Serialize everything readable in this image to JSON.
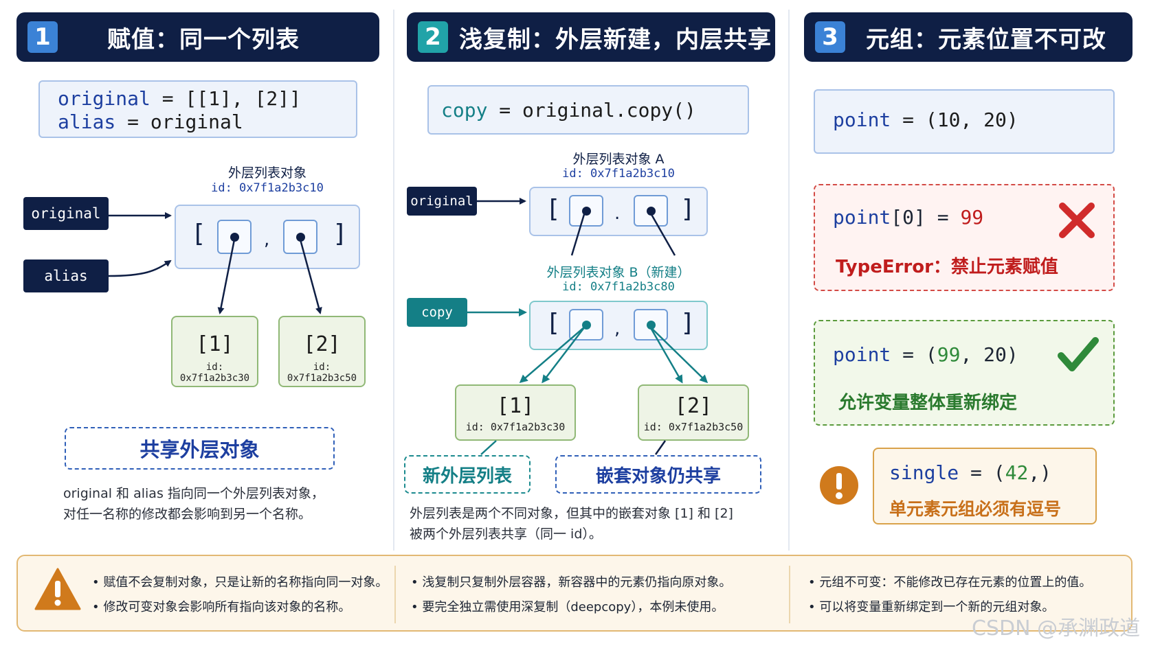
{
  "panel1": {
    "num": "1",
    "title": "赋值：同一个列表",
    "code": {
      "line1": {
        "var": "original",
        "rest": " = [[1], [2]]"
      },
      "line2": {
        "var": "alias",
        "rest": " = original"
      }
    },
    "obj_label": "外层列表对象",
    "obj_id": "id: 0x7f1a2b3c10",
    "tag_original": "original",
    "tag_alias": "alias",
    "inner1": {
      "value": "[1]",
      "id": "id: 0x7f1a2b3c30"
    },
    "inner2": {
      "value": "[2]",
      "id": "id: 0x7f1a2b3c50"
    },
    "badge": "共享外层对象",
    "note1": "original 和 alias 指向同一个外层列表对象，",
    "note2": "对任一名称的修改都会影响到另一个名称。"
  },
  "panel2": {
    "num": "2",
    "title": "浅复制：外层新建，内层共享",
    "code": {
      "var": "copy",
      "rest": " = original.copy()"
    },
    "objA_label": "外层列表对象 A",
    "objA_id": "id: 0x7f1a2b3c10",
    "objB_label": "外层列表对象 B（新建）",
    "objB_id": "id: 0x7f1a2b3c80",
    "tag_original": "original",
    "tag_copy": "copy",
    "inner1": {
      "value": "[1]",
      "id": "id: 0x7f1a2b3c30"
    },
    "inner2": {
      "value": "[2]",
      "id": "id: 0x7f1a2b3c50"
    },
    "badge_new": "新外层列表",
    "badge_shared": "嵌套对象仍共享",
    "note1": "外层列表是两个不同对象，但其中的嵌套对象 [1] 和 [2]",
    "note2": "被两个外层列表共享（同一 id）。"
  },
  "panel3": {
    "num": "3",
    "title": "元组：元素位置不可改",
    "code1": {
      "var": "point",
      "rest": " = (10, 20)"
    },
    "code2": {
      "var": "point",
      "idx": "[0]",
      "eq": " = ",
      "val": "99"
    },
    "error": "TypeError：禁止元素赋值",
    "code3": {
      "var": "point",
      "eq": " = (",
      "val": "99",
      "rest": ", 20)"
    },
    "ok": "允许变量整体重新绑定",
    "code4": {
      "var": "single",
      "eq": " = (",
      "val": "42",
      "rest": ",)"
    },
    "warn": "单元素元组必须有逗号"
  },
  "bottom": {
    "col1": [
      "• 赋值不会复制对象，只是让新的名称指向同一对象。",
      "• 修改可变对象会影响所有指向该对象的名称。"
    ],
    "col2": [
      "• 浅复制只复制外层容器，新容器中的元素仍指向原对象。",
      "• 要完全独立需使用深复制（deepcopy），本例未使用。"
    ],
    "col3": [
      "• 元组不可变：不能修改已存在元素的位置上的值。",
      "• 可以将变量重新绑定到一个新的元组对象。"
    ]
  },
  "watermark": "CSDN @承渊政道",
  "colors": {
    "navy": "#0f1f45",
    "blue_num": "#3b82d6",
    "teal": "#147f86",
    "red": "#d02b2b",
    "green": "#2f8a3a",
    "orange": "#d07a1c"
  }
}
